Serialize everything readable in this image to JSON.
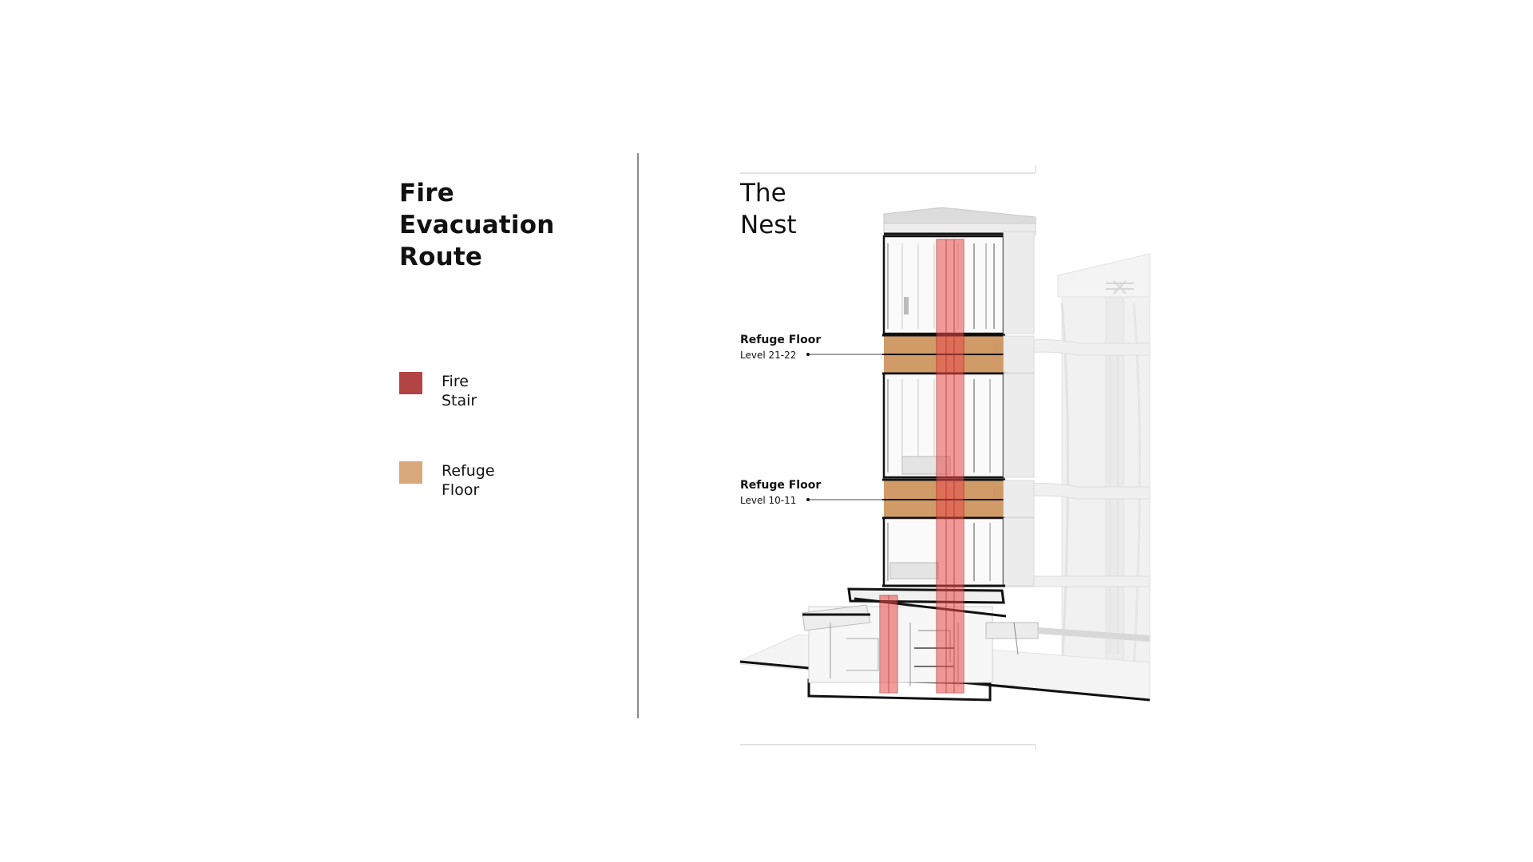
{
  "title_lines": [
    "Fire",
    "Evacuation",
    "Route"
  ],
  "legend": [
    {
      "label": "Fire\nStair",
      "color": "#b24444"
    },
    {
      "label": "Refuge\nFloor",
      "color": "#d9a87a"
    }
  ],
  "building_title_lines": [
    "The",
    "Nest"
  ],
  "callouts": [
    {
      "title": "Refuge Floor",
      "level": "Level 21-22"
    },
    {
      "title": "Refuge Floor",
      "level": "Level 10-11"
    }
  ],
  "colors": {
    "fire_stair_fill": "#e84a4a",
    "refuge_floor_fill": "#c98a4e",
    "structure_line": "#1a1a1a",
    "context_gray": "#d8d8d8",
    "divider": "#8a8a8a"
  }
}
